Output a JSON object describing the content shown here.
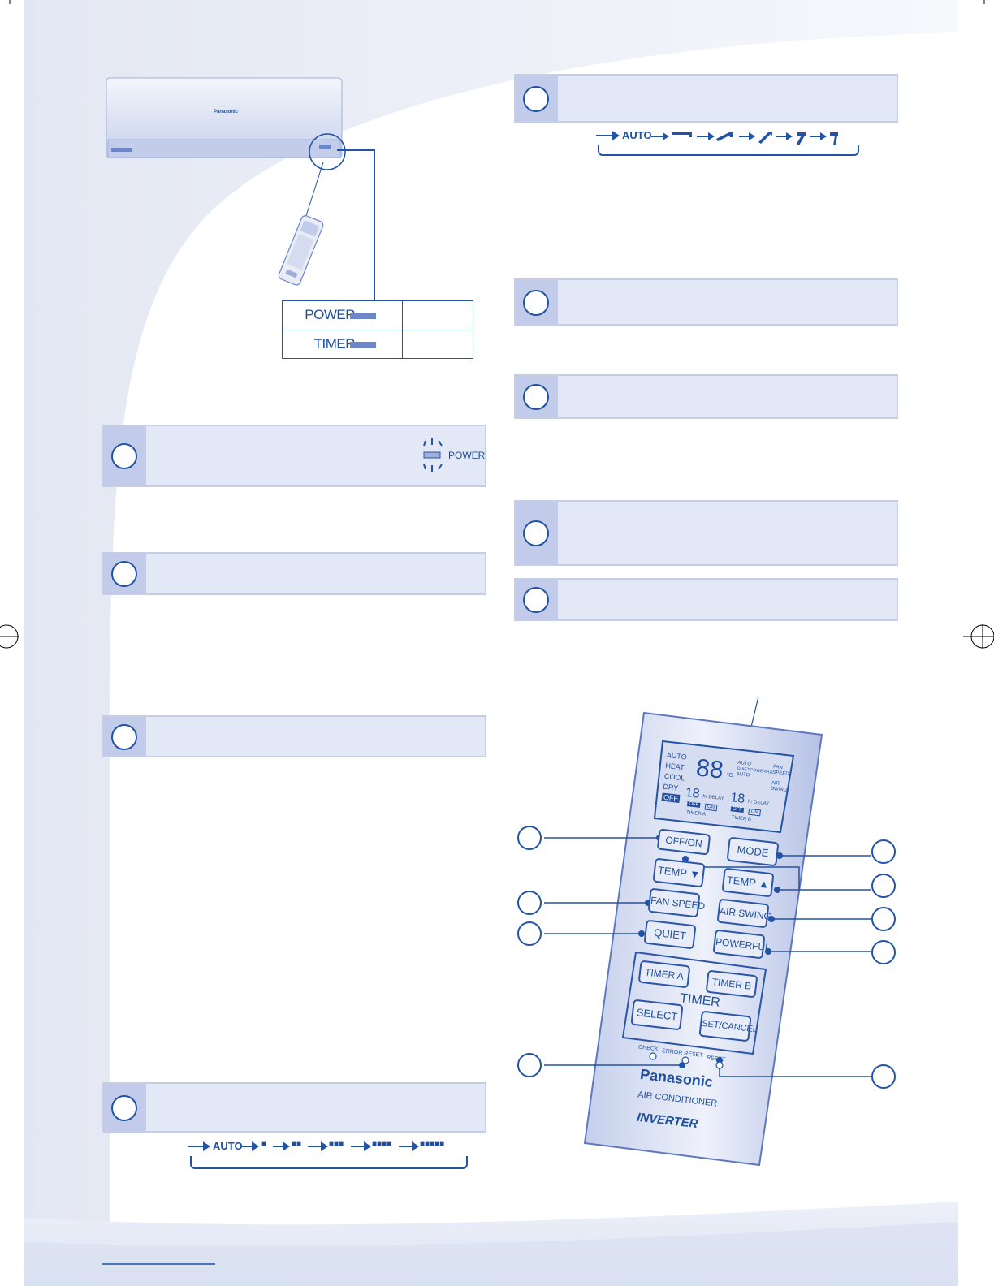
{
  "indicators": {
    "power_label": "POWER",
    "timer_label": "TIMER"
  },
  "power_blink_label": "POWER",
  "unit_brand": "Panasonic",
  "fan_speed_sequence": {
    "start": "AUTO",
    "levels": [
      "■",
      "■■",
      "■■■",
      "■■■■",
      "■■■■■"
    ]
  },
  "air_swing_sequence": {
    "start": "AUTO",
    "positions": 5
  },
  "remote": {
    "lcd": {
      "modes": [
        "AUTO",
        "HEAT",
        "COOL",
        "DRY",
        "OFF"
      ],
      "digits": "88",
      "units": "°C",
      "fan_labels": [
        "AUTO",
        "QUIET POWERFUL",
        "AUTO"
      ],
      "fan_speed": "FAN SPEED",
      "air_swing": "AIR SWING",
      "timer_a_value": "18",
      "timer_b_value": "18",
      "delay": "hr DELAY",
      "off": "OFF",
      "on": "ON",
      "timer_a": "TIMER A",
      "timer_b": "TIMER B"
    },
    "buttons": {
      "off_on": "OFF/ON",
      "mode": "MODE",
      "temp_down": "TEMP ▼",
      "temp_up": "TEMP ▲",
      "fan_speed": "FAN SPEED",
      "air_swing": "AIR SWING",
      "quiet": "QUIET",
      "powerful": "POWERFUL",
      "timer_a": "TIMER A",
      "timer_b": "TIMER B",
      "timer_group": "TIMER",
      "select": "SELECT",
      "set_cancel": "SET/CANCEL"
    },
    "small_labels": {
      "check": "CHECK",
      "error_reset": "ERROR RESET",
      "reset": "RESET"
    },
    "brand": "Panasonic",
    "product": "AIR CONDITIONER",
    "series": "INVERTER"
  },
  "colors": {
    "accent": "#2253a4",
    "panel": "#e3e8f6",
    "badge": "#c2cbe9",
    "led": "#6d86c8"
  }
}
